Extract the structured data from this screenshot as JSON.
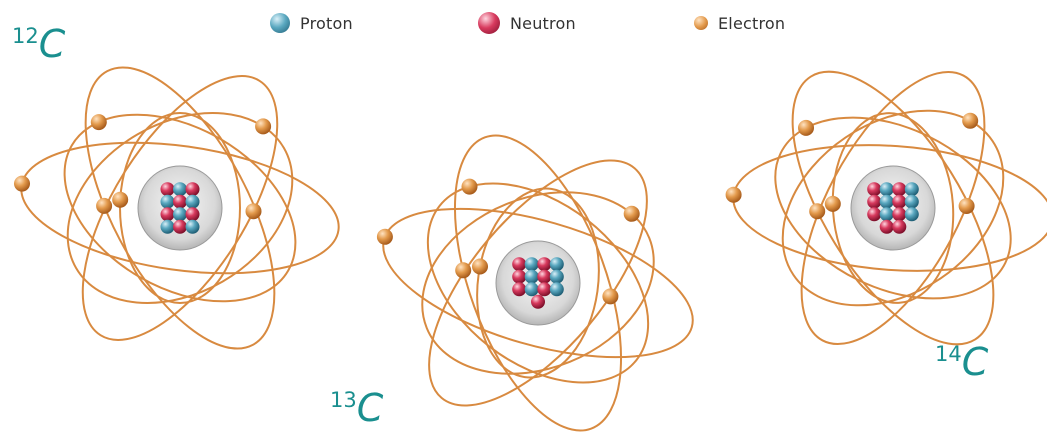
{
  "legend": [
    {
      "label": "Proton",
      "icon": "proton-icon",
      "color": "#3d8fa8"
    },
    {
      "label": "Neutron",
      "icon": "neutron-icon",
      "color": "#c8244a"
    },
    {
      "label": "Electron",
      "icon": "electron-icon",
      "color": "#e09848"
    }
  ],
  "colors": {
    "orbit": "#d88a40",
    "label": "#1a8f8f",
    "nucleus_shell": "#cfcfcf",
    "proton": "#3d8fa8",
    "neutron": "#c8244a",
    "electron": "#e09848"
  },
  "isotopes": [
    {
      "mass": "12",
      "symbol": "C",
      "protons": 6,
      "neutrons": 6,
      "electrons": 6
    },
    {
      "mass": "13",
      "symbol": "C",
      "protons": 6,
      "neutrons": 7,
      "electrons": 6
    },
    {
      "mass": "14",
      "symbol": "C",
      "protons": 6,
      "neutrons": 8,
      "electrons": 6
    }
  ]
}
